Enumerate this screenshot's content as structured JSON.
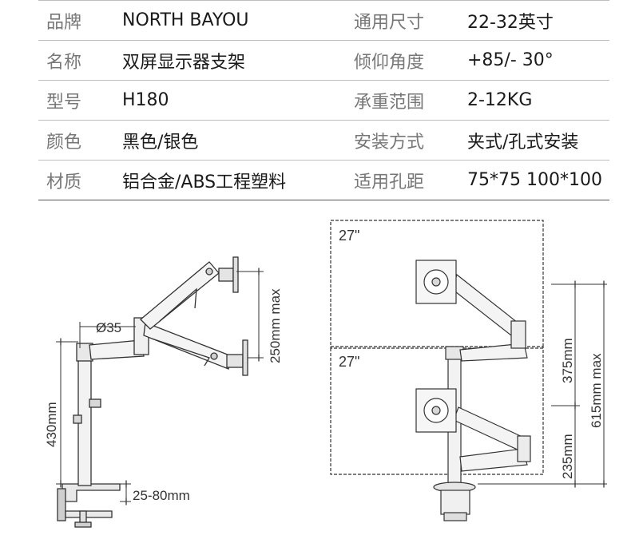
{
  "specs": [
    {
      "label": "品牌",
      "value": "NORTH BAYOU",
      "label2": "通用尺寸",
      "value2": "22-32英寸"
    },
    {
      "label": "名称",
      "value": "双屏显示器支架",
      "label2": "倾仰角度",
      "value2": "+85/- 30°"
    },
    {
      "label": "型号",
      "value": "H180",
      "label2": "承重范围",
      "value2": "2-12KG"
    },
    {
      "label": "颜色",
      "value": "黑色/银色",
      "label2": "安装方式",
      "value2": "夹式/孔式安装"
    },
    {
      "label": "材质",
      "value": "铝合金/ABS工程塑料",
      "label2": "适用孔距",
      "value2": "75*75 100*100"
    }
  ],
  "diagram": {
    "pole_diameter": "Ø35",
    "pole_height": "430mm",
    "arm_spacing": "250mm max",
    "clamp_range": "25-80mm",
    "screen_top": "27\"",
    "screen_bottom": "27\"",
    "upper_height": "375mm",
    "lower_height": "235mm",
    "total_height": "615mm max"
  }
}
